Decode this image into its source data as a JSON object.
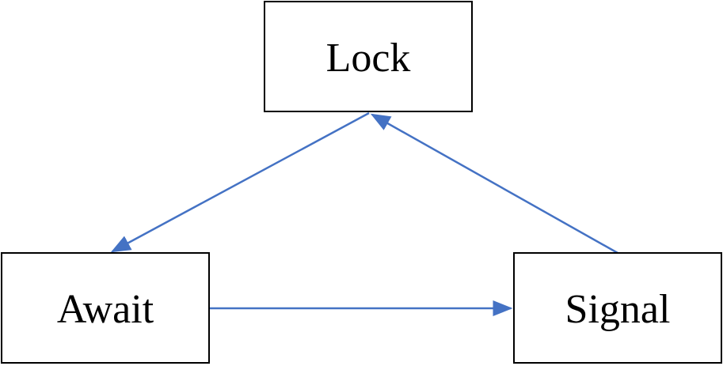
{
  "diagram": {
    "nodes": {
      "lock": {
        "label": "Lock"
      },
      "await": {
        "label": "Await"
      },
      "signal": {
        "label": "Signal"
      }
    },
    "edges": [
      {
        "from": "Lock",
        "to": "Await"
      },
      {
        "from": "Await",
        "to": "Signal"
      },
      {
        "from": "Signal",
        "to": "Lock"
      }
    ],
    "colors": {
      "edge": "#4472c4",
      "node_border": "#000000",
      "background": "#ffffff"
    }
  }
}
